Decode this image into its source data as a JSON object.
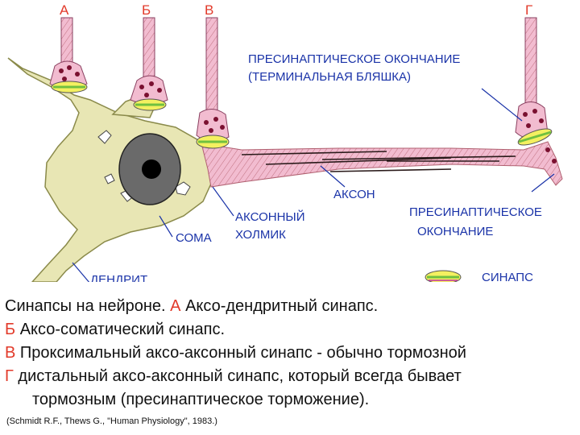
{
  "diagram": {
    "letters": {
      "a": "А",
      "b": "Б",
      "v": "В",
      "g": "Г"
    },
    "labels": {
      "terminal_line1": "ПРЕСИНАПТИЧЕСКОЕ ОКОНЧАНИЕ",
      "terminal_line2": "(ТЕРМИНАЛЬНАЯ БЛЯШКА)",
      "axon": "АКСОН",
      "axon_hillock_line1": "АКСОННЫЙ",
      "axon_hillock_line2": "ХОЛМИК",
      "soma": "СОМА",
      "dendrite": "ДЕНДРИТ",
      "presyn_line1": "ПРЕСИНАПТИЧЕСКОЕ",
      "presyn_line2": "ОКОНЧАНИЕ",
      "synapse_legend": "СИНАПС"
    },
    "colors": {
      "neuron_fill": "#e8e6b4",
      "neuron_outline": "#8a8a4a",
      "terminal_fill": "#f2bcd0",
      "vesicle": "#7a1030",
      "synapse_yellow": "#f4f060",
      "synapse_green": "#70c040",
      "label_blue": "#1a33a8",
      "letter_red": "#e23a2a",
      "nucleus": "#6a6a6a"
    }
  },
  "caption": {
    "line1_text": "Синапсы на нейроне.",
    "line1_letter": "А",
    "line1_rest": "Аксо-дендритный синапс.",
    "line2_letter": "Б",
    "line2_text": "Аксо-соматический синапс.",
    "line3_letter": "В",
    "line3_text": "Проксимальный аксо-аксонный синапс - обычно тормозной",
    "line4_letter": "Г",
    "line4_text": "дистальный аксо-аксонный синапс, который всегда бывает",
    "line5_text": "тормозным    (пресинаптическое торможение)."
  },
  "citation": "(Schmidt R.F., Thews G., \"Human Physiology\", 1983.)"
}
